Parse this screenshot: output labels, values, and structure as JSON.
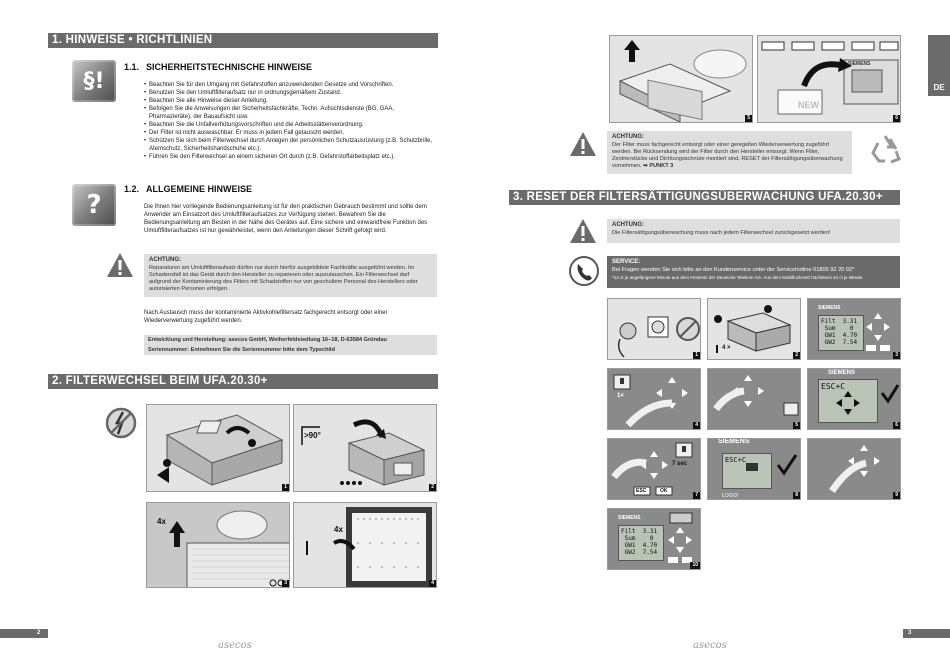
{
  "left": {
    "section1_title": "1. HINWEISE • RICHTLINIEN",
    "s11_num": "1.1.",
    "s11_title": "SICHERHEITSTECHNISCHE HINWEISE",
    "s11_icon_text": "§!",
    "s11_bullets": [
      "Beachten Sie für den Umgang mit Gefahrstoffen anzuwendenden Gesetze und Vorschriften.",
      "Benutzen Sie den Umluftfilteraufsatz nur in ordnungsgemäßem Zustand.",
      "Beachten Sie alle Hinweise dieser Anleitung.",
      "Befolgen Sie die Anweisungen der Sicherheitsfachkräfte, Techn. Aufsichtsdienste (BG, GAA, Pharmazieräte), der Bauaufsicht usw.",
      "Beachten Sie die Unfallverhütungsvorschriften und die Arbeitsstättenverordnung.",
      "Der Filter ist nicht auswaschbar. Er muss in jedem Fall getauscht werden.",
      "Schützen Sie sich beim Filterwechsel durch Anlegen der persönlichen Schutzausrüstung (z.B. Schutzbrille, Atemschutz, Sicherheitshandschuhe etc.).",
      "Führen Sie den Filterwechsel an einem sicheren Ort durch (z.B. Gefahrstoffarbeitsplatz etc.)."
    ],
    "s12_num": "1.2.",
    "s12_title": "ALLGEMEINE HINWEISE",
    "s12_icon_text": "?",
    "s12_para": "Die Ihnen hier vorliegende Bedienungsanleitung ist für den praktischen Gebrauch bestimmt und sollte dem Anwender am Einsatzort des Umluftfilteraufsatzes zur Verfügung stehen. Bewahren Sie die Bedienungsanleitung am Besten in der Nähe des Gerätes auf. Eine sichere und einwandfreie Funktion des Umluftfilteraufsatzes ist nur gewährleistet, wenn den Anleitungen dieser Schrift gefolgt wird.",
    "warn1_head": "ACHTUNG:",
    "warn1_text": "Reparaturen am Umluftfilteraufsatz dürfen nur durch hierfür ausgebildete Fachkräfte ausgeführt werden. Im Schadensfall ist das Gerät durch den Hersteller zu reparieren oder auszutauschen. Ein Filterwechsel darf aufgrund der Kontaminierung des Filters mit Schadstoffen nur von geschultem Personal des Herstellers oder autorisierten Personen erfolgen.",
    "disposal_para": "Nach Austausch muss der kontaminierte Aktivkohlefiltersatz fachgerecht entsorgt oder einer Wiederverwertung zugeführt werden.",
    "info_line1": "Entwicklung und Herstellung: asecos GmbH, Weiherfeldsiedlung 16–18, D-63584 Gründau",
    "info_line2": "Seriennummer: Entnehmen Sie die Seriennummer bitte dem Typschild",
    "section2_title": "2. FILTERWECHSEL BEIM UFA.20.30+",
    "fig_labels": [
      "1",
      "2",
      "3",
      "4"
    ],
    "fig2_angle": ">90°",
    "fig3_count": "4x",
    "fig4_count": "4x",
    "page_number": "2",
    "brand": "asecos"
  },
  "right": {
    "lang_tab": "DE",
    "fig_labels_top": [
      "5",
      "6"
    ],
    "fig6_new": "NEW",
    "fig6_siemens": "SIEMENS",
    "warn2_head": "ACHTUNG:",
    "warn2_text": "Der Filter muss fachgerecht entsorgt oder einer geregelten Wiederverwertung zugeführt werden. Bei Rücksendung wird der Filter durch den Hersteller entsorgt. Wenn Filter, Zentrierstücke und Dichtungsschnüre montiert sind, RESET der Filtersättigungsüberwachung vornehmen.",
    "warn2_link": "➡ PUNKT 3",
    "section3_title": "3. RESET DER FILTERSÄTTIGUNGSÜBERWACHUNG UFA.20.30+",
    "warn3_head": "ACHTUNG:",
    "warn3_text": "Die Filtersättigungsüberwachung muss nach jedem Filterwechsel zurückgesetzt werden!",
    "service_head": "SERVICE:",
    "service_text": "Bei Fragen wenden Sie sich bitte an den Kundenservice unter der Servicehotline 01805 92 20 92*",
    "service_note": "*14 ct je angefangene Minute aus dem Festnetz der Deutsche Telekom AG. Aus dem Mobilfunknetz höchstens 42 ct je Minute.",
    "fig_labels": [
      "1",
      "2",
      "3",
      "4",
      "5",
      "6",
      "7",
      "8",
      "9",
      "10"
    ],
    "fig2_count": "4 ×",
    "fig4_count": "1×",
    "fig7_time": "7 sec",
    "lcd_siemens": "SIEMENS",
    "lcd_lines": "Filt  3.31\n Sum    0\n GW1  4.70\n GW2  7.54",
    "lcd_reset": "ESC+C",
    "lcd_esc": "ESC",
    "lcd_ok": "OK",
    "lcd_logo": "LOGO!",
    "page_number": "3",
    "brand": "asecos"
  }
}
